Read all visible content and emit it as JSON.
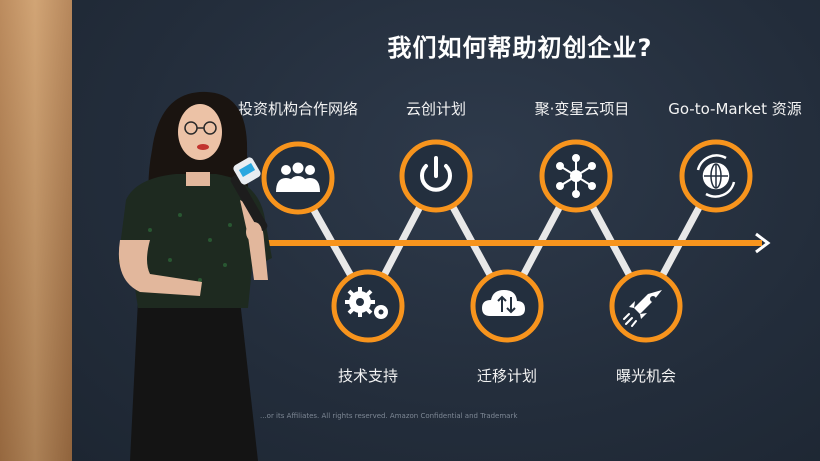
{
  "slide": {
    "title": "我们如何帮助初创企业?",
    "footer": "...or its Affiliates. All rights reserved. Amazon Confidential and Trademark",
    "accent_color": "#f7941d",
    "background_color": "#232f3e",
    "top_items": [
      {
        "label": "投资机构合作网络",
        "icon": "people-group-icon"
      },
      {
        "label": "云创计划",
        "icon": "power-icon"
      },
      {
        "label": "聚·变星云项目",
        "icon": "network-hub-icon"
      },
      {
        "label": "Go-to-Market 资源",
        "icon": "globe-arrows-icon"
      }
    ],
    "bottom_items": [
      {
        "label": "技术支持",
        "icon": "gears-icon"
      },
      {
        "label": "迁移计划",
        "icon": "cloud-upload-download-icon"
      },
      {
        "label": "曝光机会",
        "icon": "rocket-icon"
      }
    ]
  }
}
